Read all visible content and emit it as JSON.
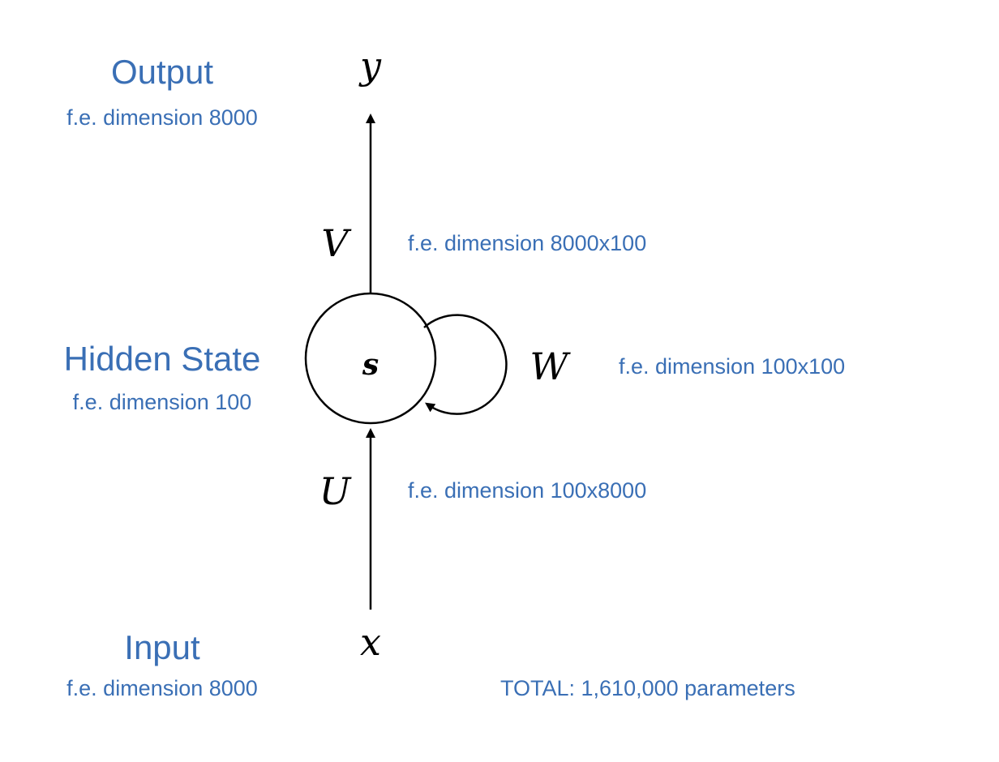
{
  "output": {
    "title": "Output",
    "subtitle": "f.e. dimension 8000",
    "symbol": "y"
  },
  "hidden": {
    "title": "Hidden State",
    "subtitle": "f.e. dimension 100",
    "symbol": "s"
  },
  "input": {
    "title": "Input",
    "subtitle": "f.e. dimension 8000",
    "symbol": "x"
  },
  "weights": {
    "V": {
      "symbol": "V",
      "dimension": "f.e. dimension 8000x100"
    },
    "W": {
      "symbol": "W",
      "dimension": "f.e. dimension 100x100"
    },
    "U": {
      "symbol": "U",
      "dimension": "f.e. dimension 100x8000"
    }
  },
  "total": "TOTAL: 1,610,000 parameters"
}
